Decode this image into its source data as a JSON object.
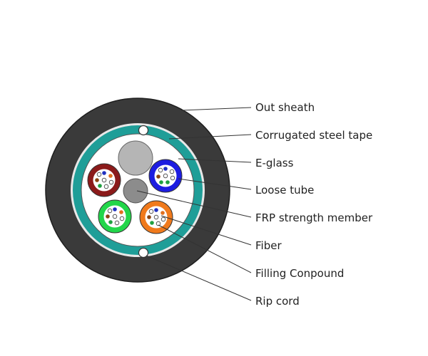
{
  "diagram": {
    "labels": [
      "Out sheath",
      "Corrugated steel tape",
      "E-glass",
      "Loose tube",
      "FRP strength member",
      "Fiber",
      "Filling Conpound",
      "Rip cord"
    ]
  },
  "colors": {
    "sheath": "#3a3a3a",
    "steel_tape": "#1f9e98",
    "filler_rod": "#b5b5b5",
    "frp": "#8c8c8c",
    "tube_red": "#8b1a1a",
    "tube_blue": "#1c1ce0",
    "tube_green": "#22d64a",
    "tube_orange": "#f07a1c",
    "leader_line": "#333333"
  }
}
